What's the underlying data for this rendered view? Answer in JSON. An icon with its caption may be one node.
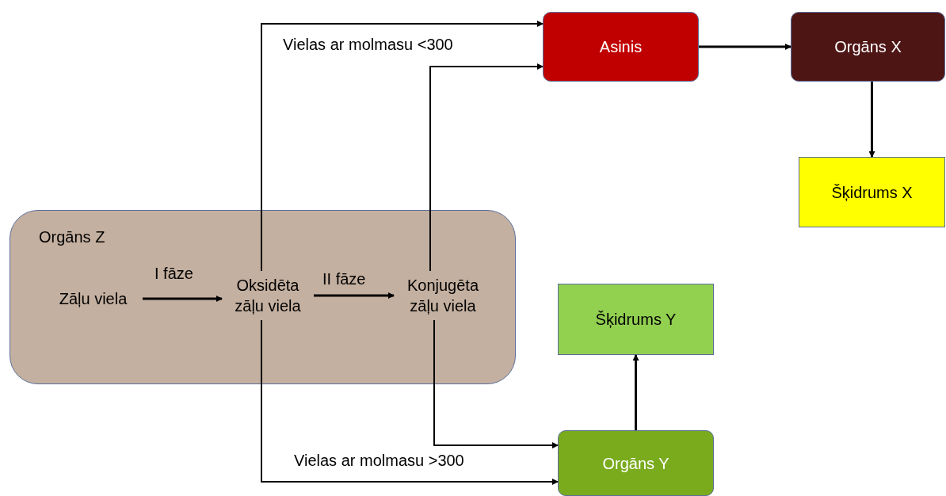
{
  "diagram": {
    "nodes": [
      {
        "text": [
          "Orgāns Z"
        ]
      },
      {
        "text": [
          "Zāļu viela"
        ],
        "in": 0
      },
      {
        "text": [
          "Oksidēta zāļu viela"
        ],
        "in": 0
      },
      {
        "text": [
          "Konjugēta zāļu viela"
        ],
        "in": 0
      },
      {
        "text": [
          "Asinis"
        ]
      },
      {
        "text": [
          "Orgāns X"
        ]
      },
      {
        "text": [
          "Šķidrums X"
        ]
      },
      {
        "text": [
          "Šķidrums Y"
        ]
      },
      {
        "text": [
          "Orgāns Y"
        ]
      }
    ],
    "edges": [
      {
        "from": 1,
        "to": 2,
        "arrow": "to",
        "label": "I fāze"
      },
      {
        "from": 2,
        "to": 3,
        "arrow": "to",
        "label": "II fāze"
      },
      {
        "from": 2,
        "to": 4,
        "arrow": "to",
        "label": "Vielas ar molmasu <300"
      },
      {
        "from": 3,
        "to": 4,
        "arrow": "to"
      },
      {
        "from": 4,
        "to": 5,
        "arrow": "to"
      },
      {
        "from": 5,
        "to": 6,
        "arrow": "to"
      },
      {
        "from": 2,
        "to": 8,
        "arrow": "to",
        "label": "Vielas ar molmasu >300"
      },
      {
        "from": 3,
        "to": 8,
        "arrow": "to"
      },
      {
        "from": 8,
        "to": 7,
        "arrow": "to"
      }
    ]
  }
}
